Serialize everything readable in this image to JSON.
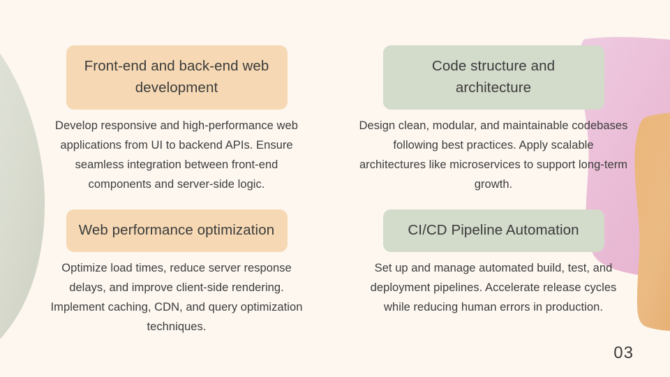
{
  "slide": {
    "page_number": "03",
    "background_color": "#fdf7f0",
    "palette": {
      "peach_box": "#f6d9b4",
      "sage_box": "#d3dbcb",
      "text": "#3b3b3b",
      "decor_sage_leaf": "#dfe1d6",
      "decor_pink_blob": "#eec3dd",
      "decor_orange_blob": "#edb87a"
    },
    "columns": [
      {
        "name": "left",
        "cards": [
          {
            "title": "Front-end and back-end web development",
            "title_style": "peach",
            "body": "Develop responsive and high-performance web applications from UI to backend APIs. Ensure seamless integration between front-end components and server-side logic."
          },
          {
            "title": "Web performance optimization",
            "title_style": "peach",
            "body": "Optimize load times, reduce server response delays, and improve client-side rendering. Implement caching, CDN, and query optimization techniques."
          }
        ]
      },
      {
        "name": "right",
        "cards": [
          {
            "title": "Code structure and architecture",
            "title_style": "sage",
            "body": "Design clean, modular, and maintainable codebases following best practices. Apply scalable architectures like microservices to support long-term growth."
          },
          {
            "title": "CI/CD Pipeline Automation",
            "title_style": "sage",
            "body": "Set up and manage automated build, test, and deployment pipelines. Accelerate release cycles while reducing human errors in production."
          }
        ]
      }
    ]
  }
}
